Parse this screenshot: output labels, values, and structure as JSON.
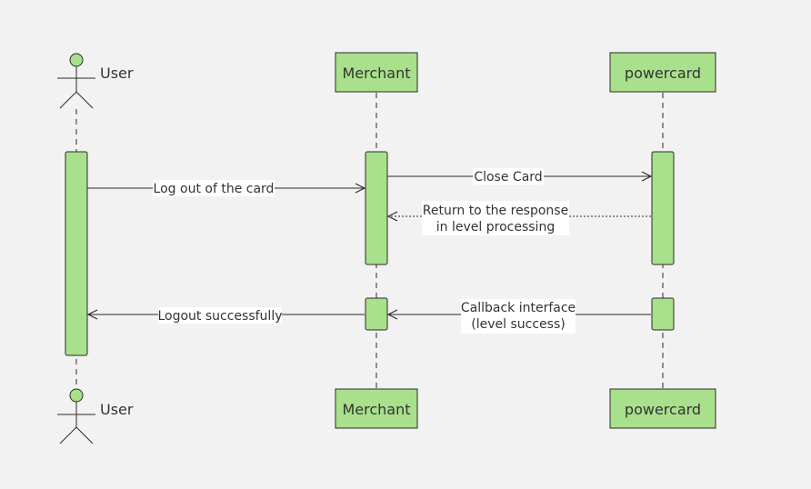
{
  "participants": {
    "user": {
      "label": "User"
    },
    "merchant": {
      "label": "Merchant"
    },
    "powercard": {
      "label": "powercard"
    }
  },
  "messages": {
    "logout_request": {
      "label": "Log out of the card"
    },
    "close_card": {
      "label": "Close Card"
    },
    "level_response": {
      "line1": "Return to the response",
      "line2": "in level processing"
    },
    "callback": {
      "line1": "Callback interface",
      "line2": "(level success)"
    },
    "logout_success": {
      "label": "Logout successfully"
    }
  },
  "colors": {
    "fill": "#a9e08b",
    "stroke": "#2b2b2b",
    "background": "#f2f2f2"
  }
}
